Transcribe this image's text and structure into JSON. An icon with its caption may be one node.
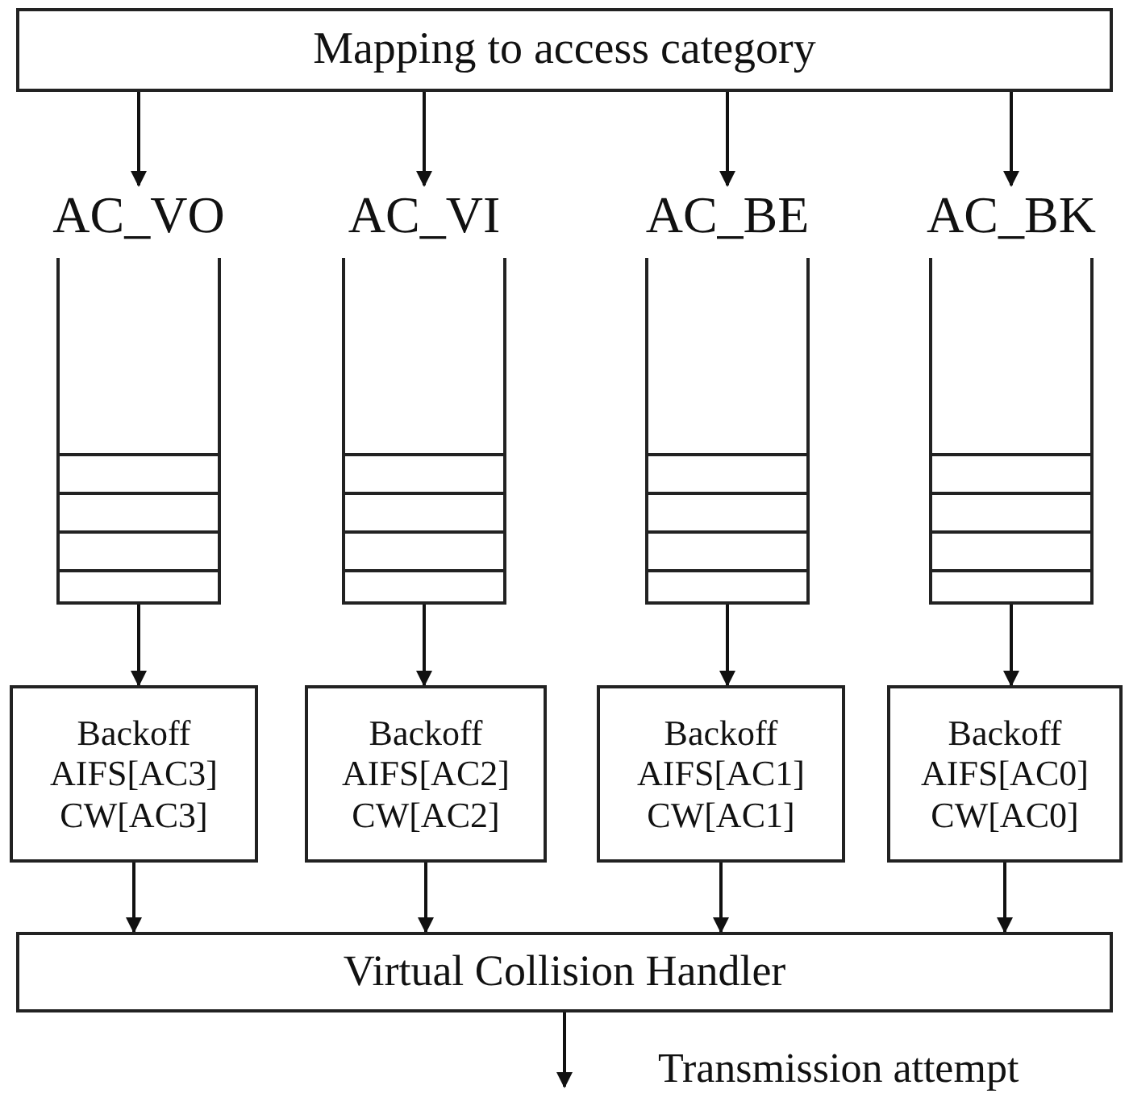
{
  "diagram": {
    "nodes": [
      {
        "text": [
          "Mapping to access category"
        ]
      },
      {
        "text": [
          "AC_VO"
        ]
      },
      {
        "text": [
          "AC_VI"
        ]
      },
      {
        "text": [
          "AC_BE"
        ]
      },
      {
        "text": [
          "AC_BK"
        ]
      },
      {
        "text": [
          "Backoff",
          "AIFS[AC3]",
          "CW[AC3]"
        ]
      },
      {
        "text": [
          "Backoff",
          "AIFS[AC2]",
          "CW[AC2]"
        ]
      },
      {
        "text": [
          "Backoff",
          "AIFS[AC1]",
          "CW[AC1]"
        ]
      },
      {
        "text": [
          "Backoff",
          "AIFS[AC0]",
          "CW[AC0]"
        ]
      },
      {
        "text": [
          "Virtual Collision Handler"
        ]
      }
    ],
    "edges": [
      {
        "from": 0,
        "to": 1,
        "arrow": "to"
      },
      {
        "from": 0,
        "to": 2,
        "arrow": "to"
      },
      {
        "from": 0,
        "to": 3,
        "arrow": "to"
      },
      {
        "from": 0,
        "to": 4,
        "arrow": "to"
      },
      {
        "from": 1,
        "to": 5,
        "arrow": "to"
      },
      {
        "from": 2,
        "to": 6,
        "arrow": "to"
      },
      {
        "from": 3,
        "to": 7,
        "arrow": "to"
      },
      {
        "from": 4,
        "to": 8,
        "arrow": "to"
      },
      {
        "from": 5,
        "to": 9,
        "arrow": "to"
      },
      {
        "from": 6,
        "to": 9,
        "arrow": "to"
      },
      {
        "from": 7,
        "to": 9,
        "arrow": "to"
      },
      {
        "from": 8,
        "to": 9,
        "arrow": "to"
      },
      {
        "from": 9,
        "to": null,
        "arrow": "to",
        "label": "Transmission attempt"
      }
    ]
  }
}
